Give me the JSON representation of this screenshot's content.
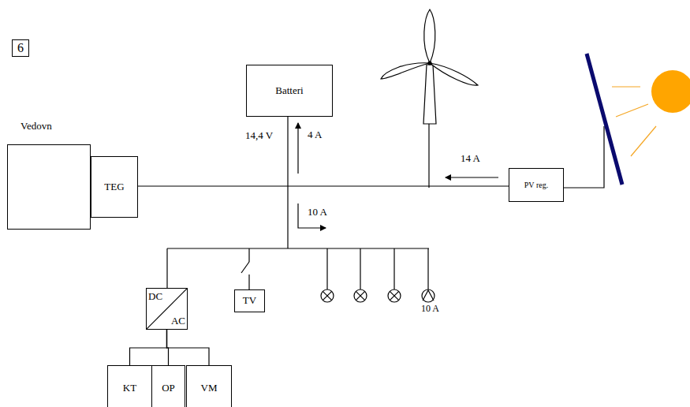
{
  "diagram": {
    "nodes": [
      {
        "text": [
          "6"
        ]
      },
      {
        "text": [
          "Vedovn"
        ]
      },
      {
        "text": [
          "TEG"
        ]
      },
      {
        "text": [
          "Batteri"
        ]
      },
      {
        "text": [
          "PV reg."
        ]
      },
      {
        "text": [
          "DC",
          "AC"
        ]
      },
      {
        "text": [
          "TV"
        ]
      },
      {
        "text": [
          "KT"
        ]
      },
      {
        "text": [
          "OP"
        ]
      },
      {
        "text": [
          "VM"
        ]
      }
    ],
    "edges": [
      {
        "from": 2,
        "to": 4,
        "arrow": "none"
      },
      {
        "from": 5,
        "to": 7,
        "arrow": "none"
      },
      {
        "from": 5,
        "to": 8,
        "arrow": "none"
      },
      {
        "from": 5,
        "to": 9,
        "arrow": "none"
      }
    ],
    "labels": [
      "14,4 V",
      "4 A",
      "10 A",
      "14 A",
      "10 A"
    ]
  }
}
